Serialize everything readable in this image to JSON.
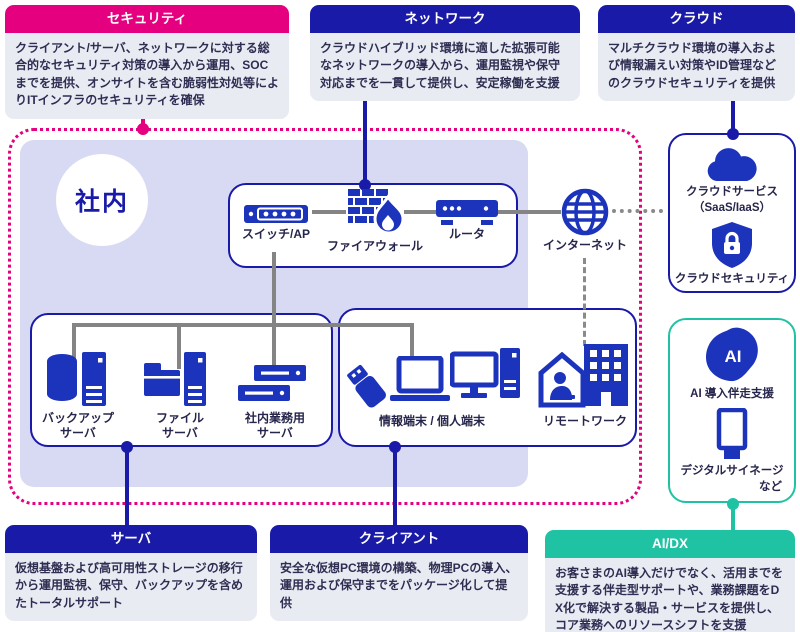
{
  "top_cards": [
    {
      "title": "セキュリティ",
      "body": "クライアント/サーバ、ネットワークに対する総合的なセキュリティ対策の導入から運用、SOCまでを提供、オンサイトを含む脆弱性対処等によりITインフラのセキュリティを確保"
    },
    {
      "title": "ネットワーク",
      "body": "クラウドハイブリッド環境に適した拡張可能なネットワークの導入から、運用監視や保守対応までを一貫して提供し、安定稼働を支援"
    },
    {
      "title": "クラウド",
      "body": "マルチクラウド環境の導入および情報漏えい対策やID管理などのクラウドセキュリティを提供"
    }
  ],
  "bottom_cards": [
    {
      "title": "サーバ",
      "body": "仮想基盤および高可用性ストレージの移行から運用監視、保守、バックアップを含めたトータルサポート"
    },
    {
      "title": "クライアント",
      "body": "安全な仮想PC環境の構築、物理PCの導入、運用および保守までをパッケージ化して提供"
    },
    {
      "title": "AI/DX",
      "body": "お客さまのAI導入だけでなく、活用までを支援する伴走型サポートや、業務課題をDX化で解決する製品・サービスを提供し、コア業務へのリソースシフトを支援"
    }
  ],
  "zone": {
    "label": "社内"
  },
  "nodes": {
    "switch": "スイッチ/AP",
    "firewall": "ファイアウォール",
    "router": "ルータ",
    "internet": "インターネット",
    "cloud_service": "クラウドサービス",
    "cloud_service_sub": "（SaaS/IaaS）",
    "cloud_security": "クラウドセキュリティ",
    "backup_l1": "バックアップ",
    "backup_l2": "サーバ",
    "file_l1": "ファイル",
    "file_l2": "サーバ",
    "internal_l1": "社内業務用",
    "internal_l2": "サーバ",
    "devices": "情報端末 / 個人端末",
    "remote": "リモートワーク",
    "ai_badge": "AI",
    "ai_support": "AI 導入伴走支援",
    "signage": "デジタルサイネージ",
    "signage_etc": "など"
  },
  "colors": {
    "pink": "#E4007F",
    "blue": "#1A1AA8",
    "icon_blue": "#1C33BB",
    "teal": "#1FC3A4",
    "panel": "#D8DAF3",
    "card_bg": "#E9EBF3",
    "line_gray": "#848484"
  }
}
